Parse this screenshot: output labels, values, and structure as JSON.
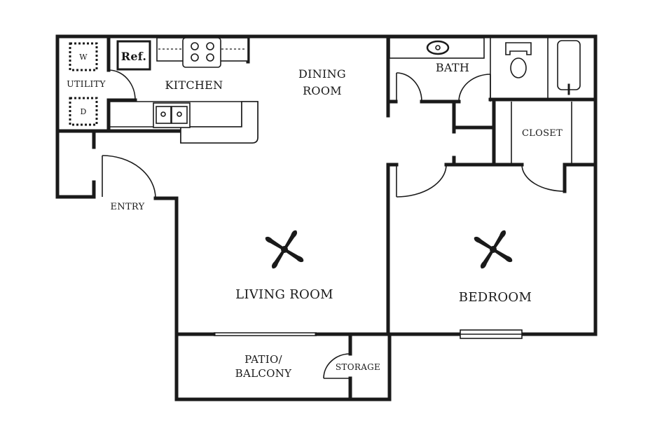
{
  "floor_plan": {
    "rooms": [
      {
        "id": "kitchen",
        "label": "KITCHEN"
      },
      {
        "id": "dining",
        "label_line1": "DINING",
        "label_line2": "ROOM"
      },
      {
        "id": "utility",
        "label": "UTILITY"
      },
      {
        "id": "bath",
        "label": "BATH"
      },
      {
        "id": "closet",
        "label": "CLOSET"
      },
      {
        "id": "entry",
        "label": "ENTRY"
      },
      {
        "id": "living",
        "label": "LIVING ROOM"
      },
      {
        "id": "bedroom",
        "label": "BEDROOM"
      },
      {
        "id": "patio",
        "label_line1": "PATIO/",
        "label_line2": "BALCONY"
      },
      {
        "id": "storage",
        "label": "STORAGE"
      }
    ],
    "appliances": {
      "washer": "W",
      "dryer": "D",
      "refrigerator": "Ref."
    },
    "icons": {
      "ceiling_fan": "ceiling-fan-icon",
      "stove": "stove-icon",
      "sink": "sink-icon",
      "toilet": "toilet-icon",
      "bathtub": "bathtub-icon"
    },
    "colors": {
      "wall": "#1a1a1a",
      "background": "#ffffff"
    }
  }
}
